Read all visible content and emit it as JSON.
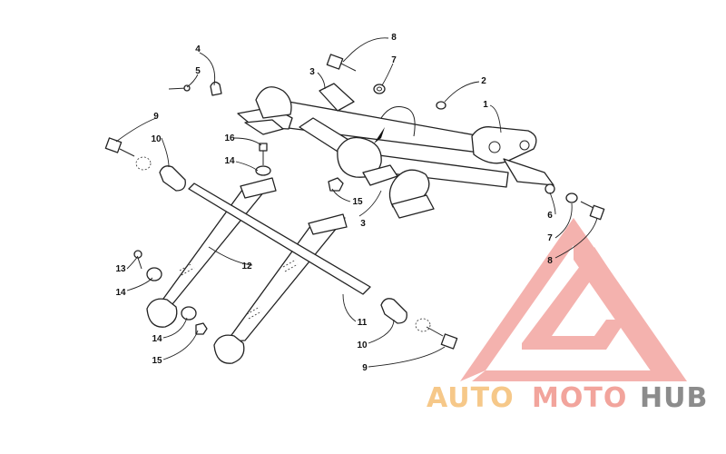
{
  "diagram": {
    "callouts": [
      "8",
      "7",
      "4",
      "5",
      "3",
      "2",
      "1",
      "9",
      "10",
      "16",
      "14",
      "15",
      "3",
      "6",
      "7",
      "8",
      "13",
      "14",
      "12",
      "14",
      "15",
      "11",
      "10",
      "9"
    ]
  },
  "watermark": {
    "part_auto": "AUTO",
    "part_moto": "MOTO",
    "part_hub": "HUB",
    "colors": {
      "auto": "#f6c889",
      "moto": "#f2a49c",
      "hub": "#8c8c8c",
      "logo": "#f3a5a0"
    }
  }
}
